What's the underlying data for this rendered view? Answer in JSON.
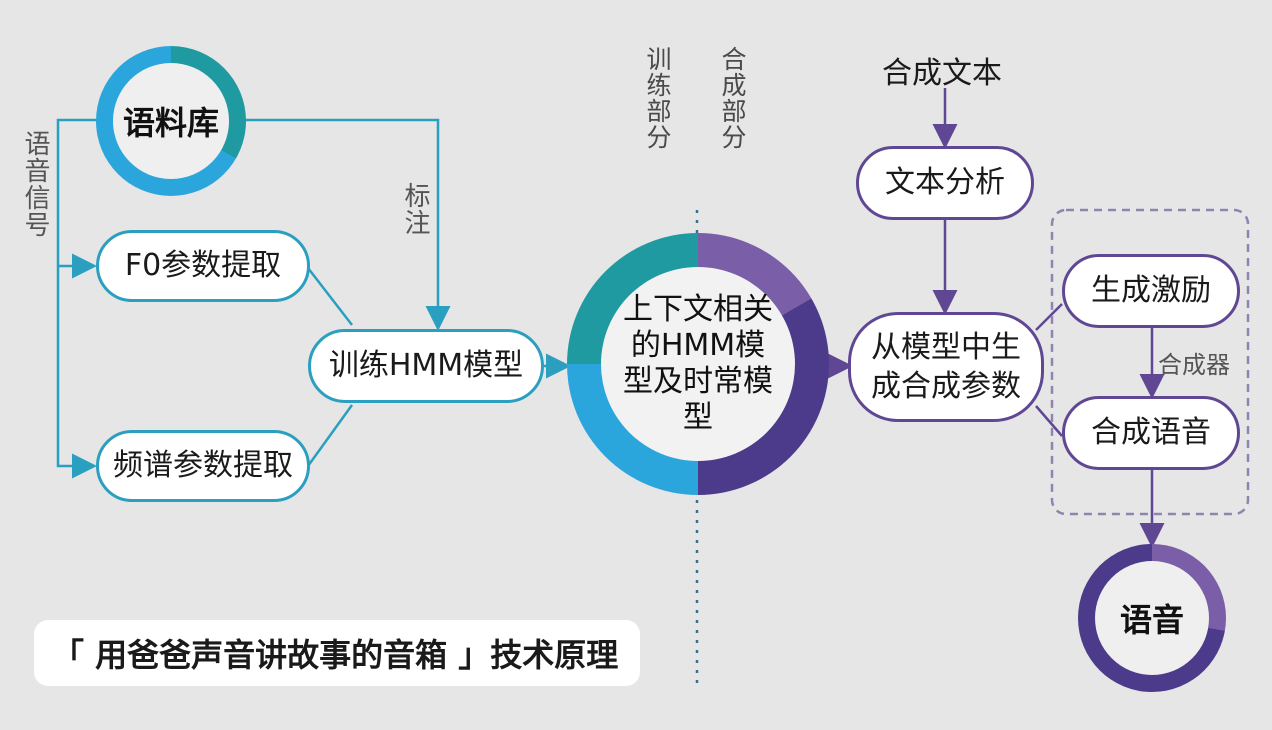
{
  "colors": {
    "teal": "#2a9fc0",
    "purple": "#5f4794",
    "background": "#e6e6e6"
  },
  "training": {
    "corpus": "语料库",
    "speech_signal": "语音信号",
    "annotation": "标注",
    "f0_extract": "F0参数提取",
    "spectrum_extract": "频谱参数提取",
    "train_hmm": "训练HMM模型",
    "context_model": "上下文相关的HMM模型及时常模型"
  },
  "section_labels": {
    "training_part": "训练部分",
    "synthesis_part": "合成部分"
  },
  "synthesis": {
    "synth_text": "合成文本",
    "text_analysis": "文本分析",
    "gen_params": "从模型中生成合成参数",
    "gen_excitation": "生成激励",
    "synthesizer": "合成器",
    "synth_speech": "合成语音",
    "speech": "语音"
  },
  "caption": "「 用爸爸声音讲故事的音箱 」技术原理"
}
